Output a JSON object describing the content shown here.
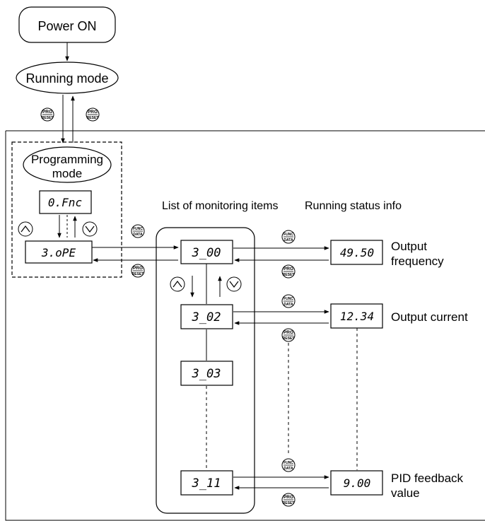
{
  "nodes": {
    "power_on": "Power ON",
    "running_mode": "Running mode",
    "programming_mode_1": "Programming",
    "programming_mode_2": "mode",
    "display_0fnc": "0.Fnc",
    "display_3ope": "3.oPE"
  },
  "headers": {
    "monitor_list": "List of monitoring items",
    "status_info": "Running status info"
  },
  "monitor_displays": [
    "3_00",
    "3_02",
    "3_03",
    "3_11"
  ],
  "status_values": [
    "49.50",
    "12.34",
    "9.00"
  ],
  "status_labels": {
    "output_frequency_1": "Output",
    "output_frequency_2": "frequency",
    "output_current": "Output current",
    "pid_feedback_1": "PID feedback",
    "pid_feedback_2": "value"
  },
  "keys": {
    "prg_top": "PRG",
    "prg_bottom": "RESET",
    "func_top": "FUNC",
    "func_bottom": "DATA",
    "up_arrow": "up-arrow-key",
    "down_arrow": "down-arrow-key"
  }
}
